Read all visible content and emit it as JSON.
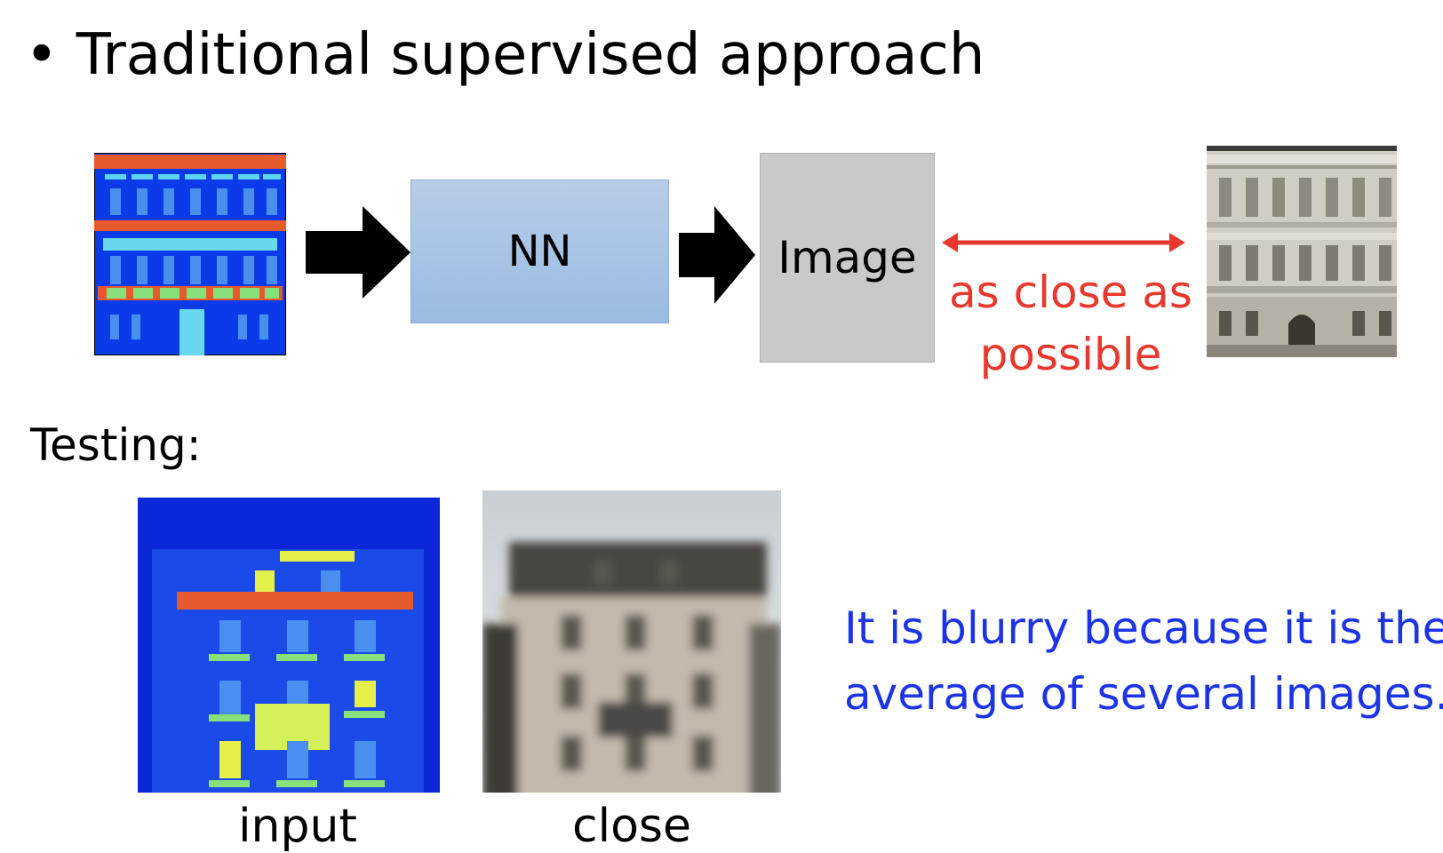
{
  "slide": {
    "bullet": "•",
    "title": "Traditional supervised approach",
    "testing_label": "Testing:"
  },
  "diagram": {
    "nn_label": "NN",
    "image_label": "Image",
    "relation_text": "as close as possible",
    "relation_color": "#e8382e"
  },
  "testing": {
    "input_caption": "input",
    "output_caption": "close",
    "note": [
      "It is blurry because it is the",
      "average of several images."
    ],
    "note_color": "#1c34e6"
  },
  "colors": {
    "label_blue": "#0b2fe0",
    "label_red": "#e65a2e",
    "label_cyan": "#66d9ee",
    "label_green": "#88e07a",
    "label_yellow": "#e6f04a"
  }
}
